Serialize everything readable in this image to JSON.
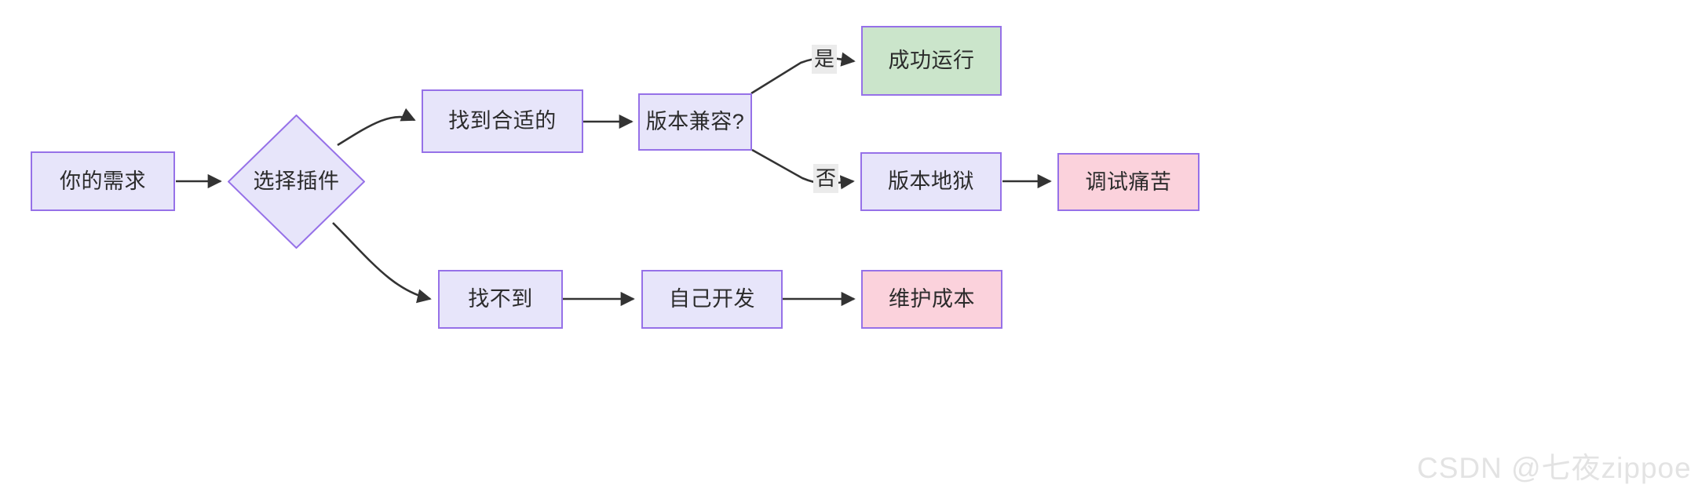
{
  "diagram": {
    "type": "flowchart",
    "direction": "left-to-right",
    "background_color": "#ffffff",
    "edge_color": "#333333",
    "node_border_color": "#9671e8",
    "fill_lavender": "#e7e5fa",
    "fill_green": "#cbe5cb",
    "fill_pink": "#fbd2dc",
    "edge_label_background": "#ebebeb"
  },
  "nodes": [
    {
      "id": "need",
      "label": "你的需求",
      "shape": "rect",
      "fill": "lavender"
    },
    {
      "id": "choose",
      "label": "选择插件",
      "shape": "diamond",
      "fill": "lavender"
    },
    {
      "id": "found",
      "label": "找到合适的",
      "shape": "rect",
      "fill": "lavender"
    },
    {
      "id": "notfound",
      "label": "找不到",
      "shape": "rect",
      "fill": "lavender"
    },
    {
      "id": "compat",
      "label": "版本兼容?",
      "shape": "rect",
      "fill": "lavender"
    },
    {
      "id": "success",
      "label": "成功运行",
      "shape": "rect",
      "fill": "green"
    },
    {
      "id": "verhell",
      "label": "版本地狱",
      "shape": "rect",
      "fill": "lavender"
    },
    {
      "id": "debugpain",
      "label": "调试痛苦",
      "shape": "rect",
      "fill": "pink"
    },
    {
      "id": "selfdev",
      "label": "自己开发",
      "shape": "rect",
      "fill": "lavender"
    },
    {
      "id": "maintcost",
      "label": "维护成本",
      "shape": "rect",
      "fill": "pink"
    }
  ],
  "edges": [
    {
      "from": "need",
      "to": "choose",
      "label": ""
    },
    {
      "from": "choose",
      "to": "found",
      "label": ""
    },
    {
      "from": "choose",
      "to": "notfound",
      "label": ""
    },
    {
      "from": "found",
      "to": "compat",
      "label": ""
    },
    {
      "from": "compat",
      "to": "success",
      "label": "是"
    },
    {
      "from": "compat",
      "to": "verhell",
      "label": "否"
    },
    {
      "from": "verhell",
      "to": "debugpain",
      "label": ""
    },
    {
      "from": "notfound",
      "to": "selfdev",
      "label": ""
    },
    {
      "from": "selfdev",
      "to": "maintcost",
      "label": ""
    }
  ],
  "edge_labels": {
    "yes": "是",
    "no": "否"
  },
  "watermark": {
    "text": "CSDN @七夜zippoe"
  }
}
